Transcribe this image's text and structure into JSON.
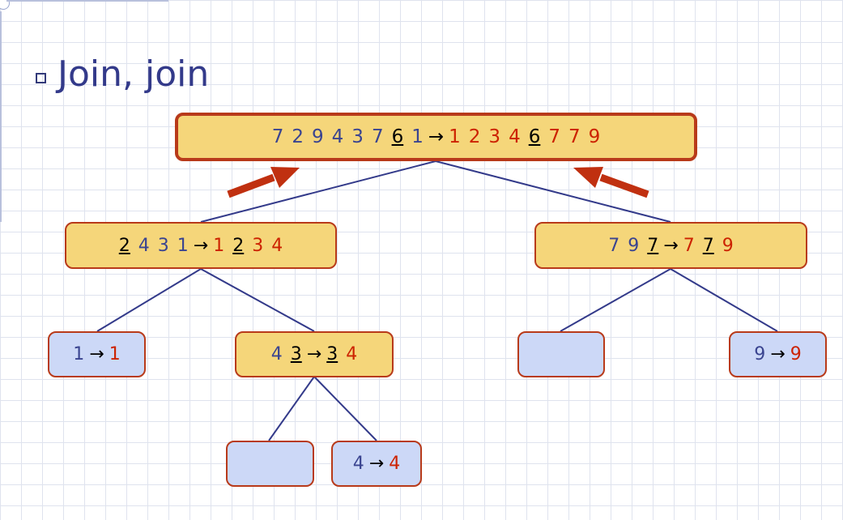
{
  "bullet": {
    "text": "Join, join"
  },
  "arrow_symbol": "→",
  "nodes": {
    "root": {
      "input": [
        "7",
        "2",
        "9",
        "4",
        "3",
        "7",
        "6",
        "1"
      ],
      "input_pivot": 6,
      "output": [
        "1",
        "2",
        "3",
        "4",
        "6",
        "7",
        "7",
        "9"
      ],
      "output_pivot": 4
    },
    "left": {
      "input": [
        "2",
        "4",
        "3",
        "1"
      ],
      "input_pivot": 0,
      "output": [
        "1",
        "2",
        "3",
        "4"
      ],
      "output_pivot": 1
    },
    "right": {
      "input": [
        "7",
        "9",
        "7"
      ],
      "input_pivot": 2,
      "output": [
        "7",
        "7",
        "9"
      ],
      "output_pivot": 1
    },
    "left_left": {
      "input": [
        "1"
      ],
      "output": [
        "1"
      ]
    },
    "left_right": {
      "input": [
        "4",
        "3"
      ],
      "input_pivot": 1,
      "output": [
        "3",
        "4"
      ],
      "output_pivot": 0
    },
    "left_right_right": {
      "input": [
        "4"
      ],
      "output": [
        "4"
      ]
    },
    "right_right": {
      "input": [
        "9"
      ],
      "output": [
        "9"
      ]
    }
  },
  "colors": {
    "sorting_fill": "#f5d67a",
    "done_fill": "#ccd8f7",
    "border": "#b83a1a",
    "input_text": "#3a4490",
    "output_text": "#cc2200",
    "pivot_text": "#000000",
    "edge": "#333a8a",
    "join_arrow": "#c03010"
  }
}
